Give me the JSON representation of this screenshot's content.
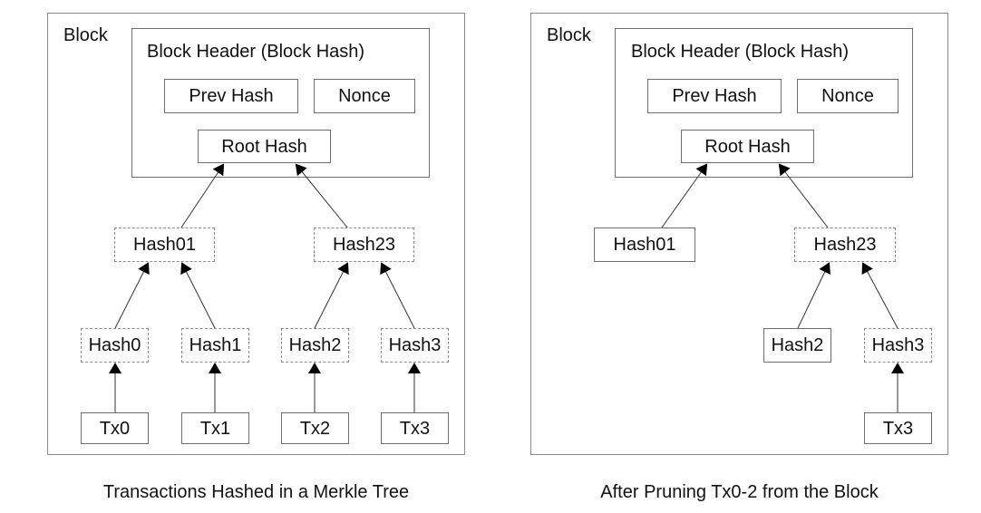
{
  "panel_left": {
    "block_label": "Block",
    "header_title": "Block Header (Block Hash)",
    "prev_hash": "Prev Hash",
    "nonce": "Nonce",
    "root_hash": "Root Hash",
    "hash01": "Hash01",
    "hash23": "Hash23",
    "hash0": "Hash0",
    "hash1": "Hash1",
    "hash2": "Hash2",
    "hash3": "Hash3",
    "tx0": "Tx0",
    "tx1": "Tx1",
    "tx2": "Tx2",
    "tx3": "Tx3",
    "caption": "Transactions Hashed in a Merkle Tree"
  },
  "panel_right": {
    "block_label": "Block",
    "header_title": "Block Header (Block Hash)",
    "prev_hash": "Prev Hash",
    "nonce": "Nonce",
    "root_hash": "Root Hash",
    "hash01": "Hash01",
    "hash23": "Hash23",
    "hash2": "Hash2",
    "hash3": "Hash3",
    "tx3": "Tx3",
    "caption": "After Pruning Tx0-2 from the Block"
  }
}
